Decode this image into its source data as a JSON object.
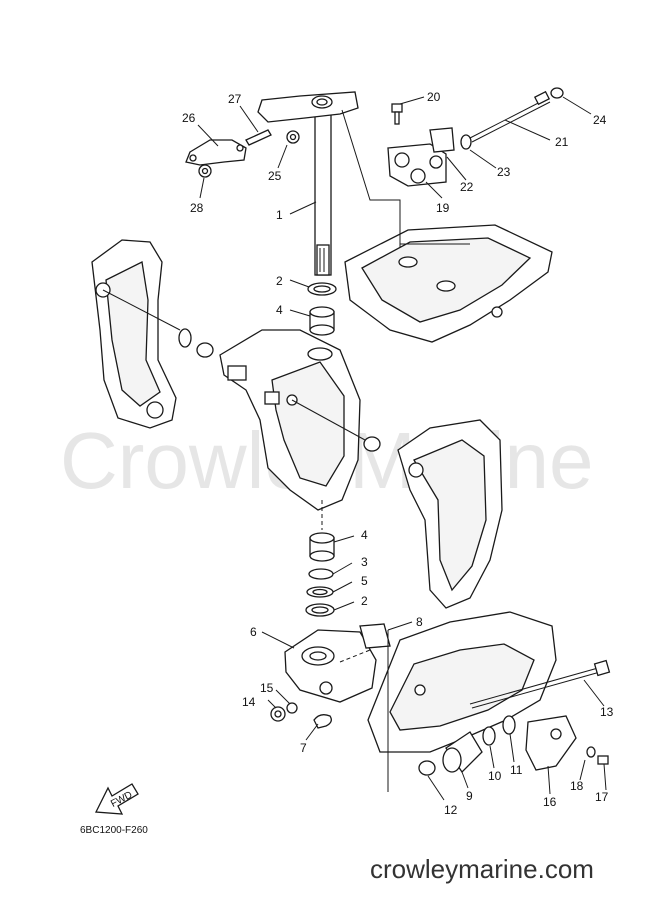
{
  "watermark": "CrowleyMarine",
  "site_url": "crowleymarine.com",
  "diagram_code": "6BC1200-F260",
  "fwd_label": "FWD",
  "callouts": {
    "c1": "1",
    "c2a": "2",
    "c2b": "2",
    "c3": "3",
    "c4a": "4",
    "c4b": "4",
    "c5": "5",
    "c6": "6",
    "c7": "7",
    "c8": "8",
    "c9": "9",
    "c10": "10",
    "c11": "11",
    "c12": "12",
    "c13": "13",
    "c14": "14",
    "c15": "15",
    "c16": "16",
    "c17": "17",
    "c18": "18",
    "c19": "19",
    "c20": "20",
    "c21": "21",
    "c22": "22",
    "c23": "23",
    "c24": "24",
    "c25": "25",
    "c26": "26",
    "c27": "27",
    "c28": "28"
  }
}
